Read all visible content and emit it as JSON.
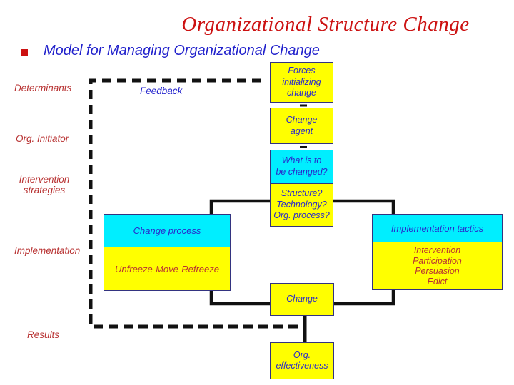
{
  "slide": {
    "title": "Organizational Structure Change",
    "bullet_item": "Model for Managing Organizational Change"
  },
  "stage_labels": {
    "determinants": "Determinants",
    "org_initiator": "Org. Initiator",
    "intervention_strategies": "Intervention\nstrategies",
    "implementation": "Implementation",
    "results": "Results"
  },
  "feedback_label": "Feedback",
  "boxes": {
    "forces": "Forces\ninitializing\nchange",
    "change_agent": "Change\nagent",
    "what_to_change": "What is to\nbe changed?",
    "change_targets": "Structure?\nTechnology?\nOrg. process?",
    "change_process": "Change process",
    "unfreeze": "Unfreeze-Move-Refreeze",
    "implementation_tactics": "Implementation tactics",
    "tactics_list": "Intervention\nParticipation\nPersuasion\nEdict",
    "change": "Change",
    "org_effectiveness": "Org.\neffectiveness"
  },
  "colors": {
    "title_red": "#cc1111",
    "label_red": "#b83232",
    "text_blue": "#2929cc",
    "subtitle_blue": "#2222cc",
    "box_yellow": "#ffff00",
    "box_cyan": "#00eeff",
    "box_border": "#333380",
    "connector_black": "#111111"
  }
}
